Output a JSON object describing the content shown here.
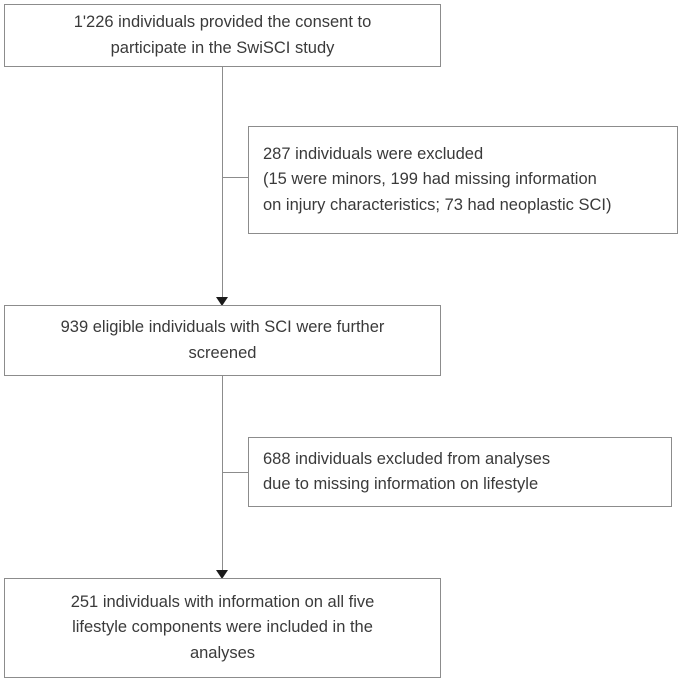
{
  "chart_data": {
    "type": "diagram",
    "diagram_type": "participant-flow-chart",
    "title": "",
    "nodes": [
      {
        "id": "consent",
        "role": "enrollment",
        "count": 1226,
        "align": "center",
        "lines": [
          "1'226 individuals provided the consent to",
          "participate in the SwiSCI study"
        ]
      },
      {
        "id": "excluded-1",
        "role": "exclusion",
        "count": 287,
        "align": "left",
        "lines": [
          "287 individuals were excluded",
          "(15 were minors, 199 had missing information",
          "on injury characteristics; 73 had neoplastic SCI)"
        ]
      },
      {
        "id": "eligible",
        "role": "screening",
        "count": 939,
        "align": "center",
        "lines": [
          "939 eligible individuals with SCI were further",
          "screened"
        ]
      },
      {
        "id": "excluded-2",
        "role": "exclusion",
        "count": 688,
        "align": "left",
        "lines": [
          "688 individuals excluded from analyses",
          "due to missing information on lifestyle"
        ]
      },
      {
        "id": "included",
        "role": "analysis",
        "count": 251,
        "align": "center",
        "lines": [
          "251 individuals with information on all five",
          "lifestyle components were included in the",
          "analyses"
        ]
      }
    ],
    "edges": [
      {
        "from": "consent",
        "to": "eligible",
        "arrow": true
      },
      {
        "from": "consent",
        "to": "excluded-1",
        "arrow": false
      },
      {
        "from": "eligible",
        "to": "included",
        "arrow": true
      },
      {
        "from": "eligible",
        "to": "excluded-2",
        "arrow": false
      }
    ],
    "colors": {
      "box_border": "#8c8c8c",
      "connector": "#8c8c8c",
      "arrowhead": "#1a1a1a",
      "text": "#3a3a3a",
      "background": "#ffffff"
    }
  }
}
